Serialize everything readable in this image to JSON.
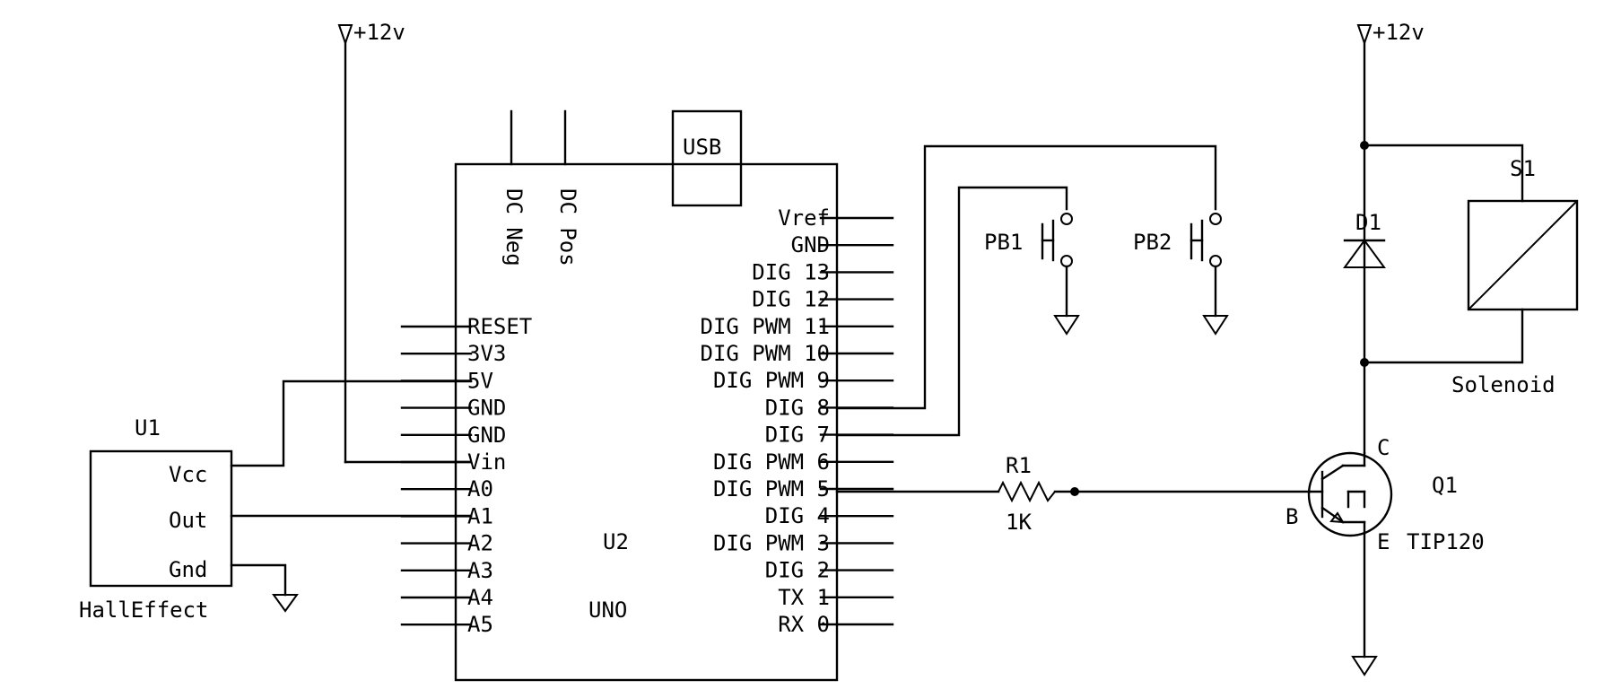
{
  "arduino": {
    "ref": "U2",
    "model": "UNO",
    "usb_label": "USB",
    "dc_neg": "DC Neg",
    "dc_pos": "DC Pos",
    "left_pins": [
      "RESET",
      "3V3",
      "5V",
      "GND",
      "GND",
      "Vin",
      "A0",
      "A1",
      "A2",
      "A3",
      "A4",
      "A5"
    ],
    "right_pins": [
      "Vref",
      "GND",
      "DIG 13",
      "DIG 12",
      "DIG PWM 11",
      "DIG PWM 10",
      "DIG PWM 9",
      "DIG 8",
      "DIG 7",
      "DIG PWM 6",
      "DIG PWM 5",
      "DIG 4",
      "DIG PWM 3",
      "DIG 2",
      "TX 1",
      "RX 0"
    ]
  },
  "hall_sensor": {
    "ref": "U1",
    "name": "HallEffect",
    "pins": [
      "Vcc",
      "Out",
      "Gnd"
    ]
  },
  "supply": {
    "left": "+12v",
    "right": "+12v"
  },
  "buttons": {
    "pb1": "PB1",
    "pb2": "PB2"
  },
  "resistor": {
    "ref": "R1",
    "value": "1K"
  },
  "transistor": {
    "ref": "Q1",
    "part": "TIP120",
    "collector": "C",
    "base": "B",
    "emitter": "E"
  },
  "diode": {
    "ref": "D1"
  },
  "solenoid": {
    "ref": "S1",
    "name": "Solenoid"
  }
}
